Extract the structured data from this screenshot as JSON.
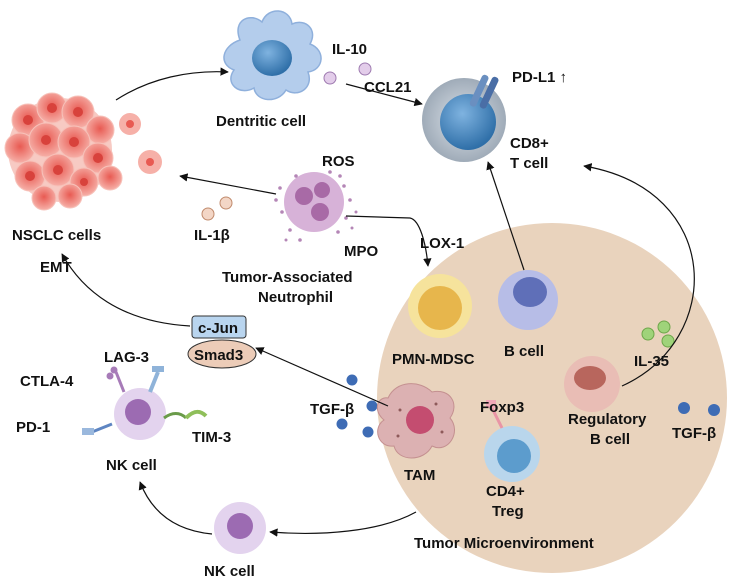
{
  "labels": {
    "nsclc_cells": "NSCLC cells",
    "emt": "EMT",
    "dendritic_cell": "Dentritic cell",
    "il10": "IL-10",
    "ccl21": "CCL21",
    "pdl1": "PD-L1 ↑",
    "cd8_line1": "CD8+",
    "cd8_line2": "T cell",
    "ros": "ROS",
    "mpo": "MPO",
    "il1b": "IL-1β",
    "tan_line1": "Tumor-Associated",
    "tan_line2": "Neutrophil",
    "lox1": "LOX-1",
    "cjun": "c-Jun",
    "smad3": "Smad3",
    "lag3": "LAG-3",
    "ctla4": "CTLA-4",
    "pd1": "PD-1",
    "tim3": "TIM-3",
    "nk_cell_top": "NK cell",
    "nk_cell_bottom": "NK cell",
    "pmn_mdsc": "PMN-MDSC",
    "b_cell": "B cell",
    "il35": "IL-35",
    "tgfb_left": "TGF-β",
    "foxp3": "Foxp3",
    "reg_line1": "Regulatory",
    "reg_line2": "B cell",
    "tgfb_right": "TGF-β",
    "tam": "TAM",
    "cd4_line1": "CD4+",
    "cd4_line2": "Treg",
    "tme": "Tumor Microenvironment"
  },
  "colors": {
    "tme_background": "#e9d3bd",
    "nsclc": "#ef8a80",
    "dendritic": "#a9c6ea",
    "cd8_outer": "#c3ccd6",
    "cd8_inner": "#4e8fc4",
    "neutrophil": "#d7b2d8",
    "neutrophil_nucleus": "#a86aa6",
    "mdsc_outer": "#f6e39c",
    "mdsc_inner": "#e7b64c",
    "b_cell": "#b7bde7",
    "b_cell_nucleus": "#5f6fb8",
    "reg_b": "#e2a8a2",
    "tam": "#d9a7a8",
    "treg": "#b9d6ec",
    "nk": "#e3d3ee",
    "nk_nucleus": "#9c6bb2",
    "cytokine_blue": "#3e6cb5",
    "cytokine_green": "#9fd37a",
    "cjun_box": "#b9d5ef",
    "smad3_box": "#ecccb8"
  },
  "icons": [
    "tumor-cluster-icon",
    "dendritic-cell-icon",
    "cd8-t-cell-icon",
    "neutrophil-icon",
    "nk-cell-icon",
    "pmn-mdsc-icon",
    "b-cell-icon",
    "regulatory-b-cell-icon",
    "tam-icon",
    "cd4-treg-icon"
  ]
}
